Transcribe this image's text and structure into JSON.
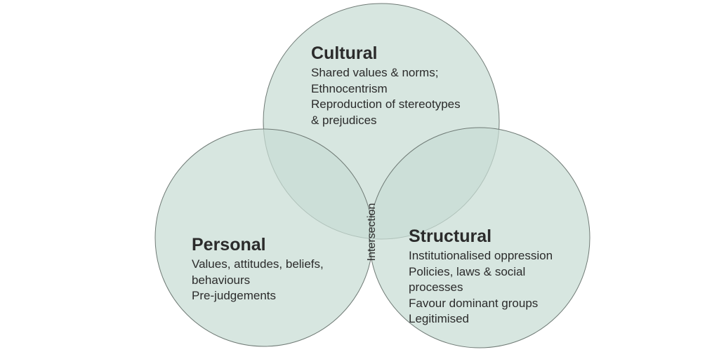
{
  "diagram": {
    "circles": {
      "cultural": {
        "title": "Cultural",
        "lines": [
          "Shared values & norms;",
          "Ethnocentrism",
          "Reproduction of stereotypes",
          "& prejudices"
        ]
      },
      "personal": {
        "title": "Personal",
        "lines": [
          "Values, attitudes, beliefs,",
          "behaviours",
          "Pre-judgements"
        ]
      },
      "structural": {
        "title": "Structural",
        "lines": [
          "Institutionalised oppression",
          "Policies, laws & social",
          "processes",
          "Favour dominant groups",
          "Legitimised"
        ]
      }
    },
    "intersection_label": "Intersection",
    "colors": {
      "circle_fill": "#c7ddd4",
      "circle_stroke": "#6f7a75",
      "text": "#2b2b2b",
      "background": "#ffffff"
    }
  }
}
